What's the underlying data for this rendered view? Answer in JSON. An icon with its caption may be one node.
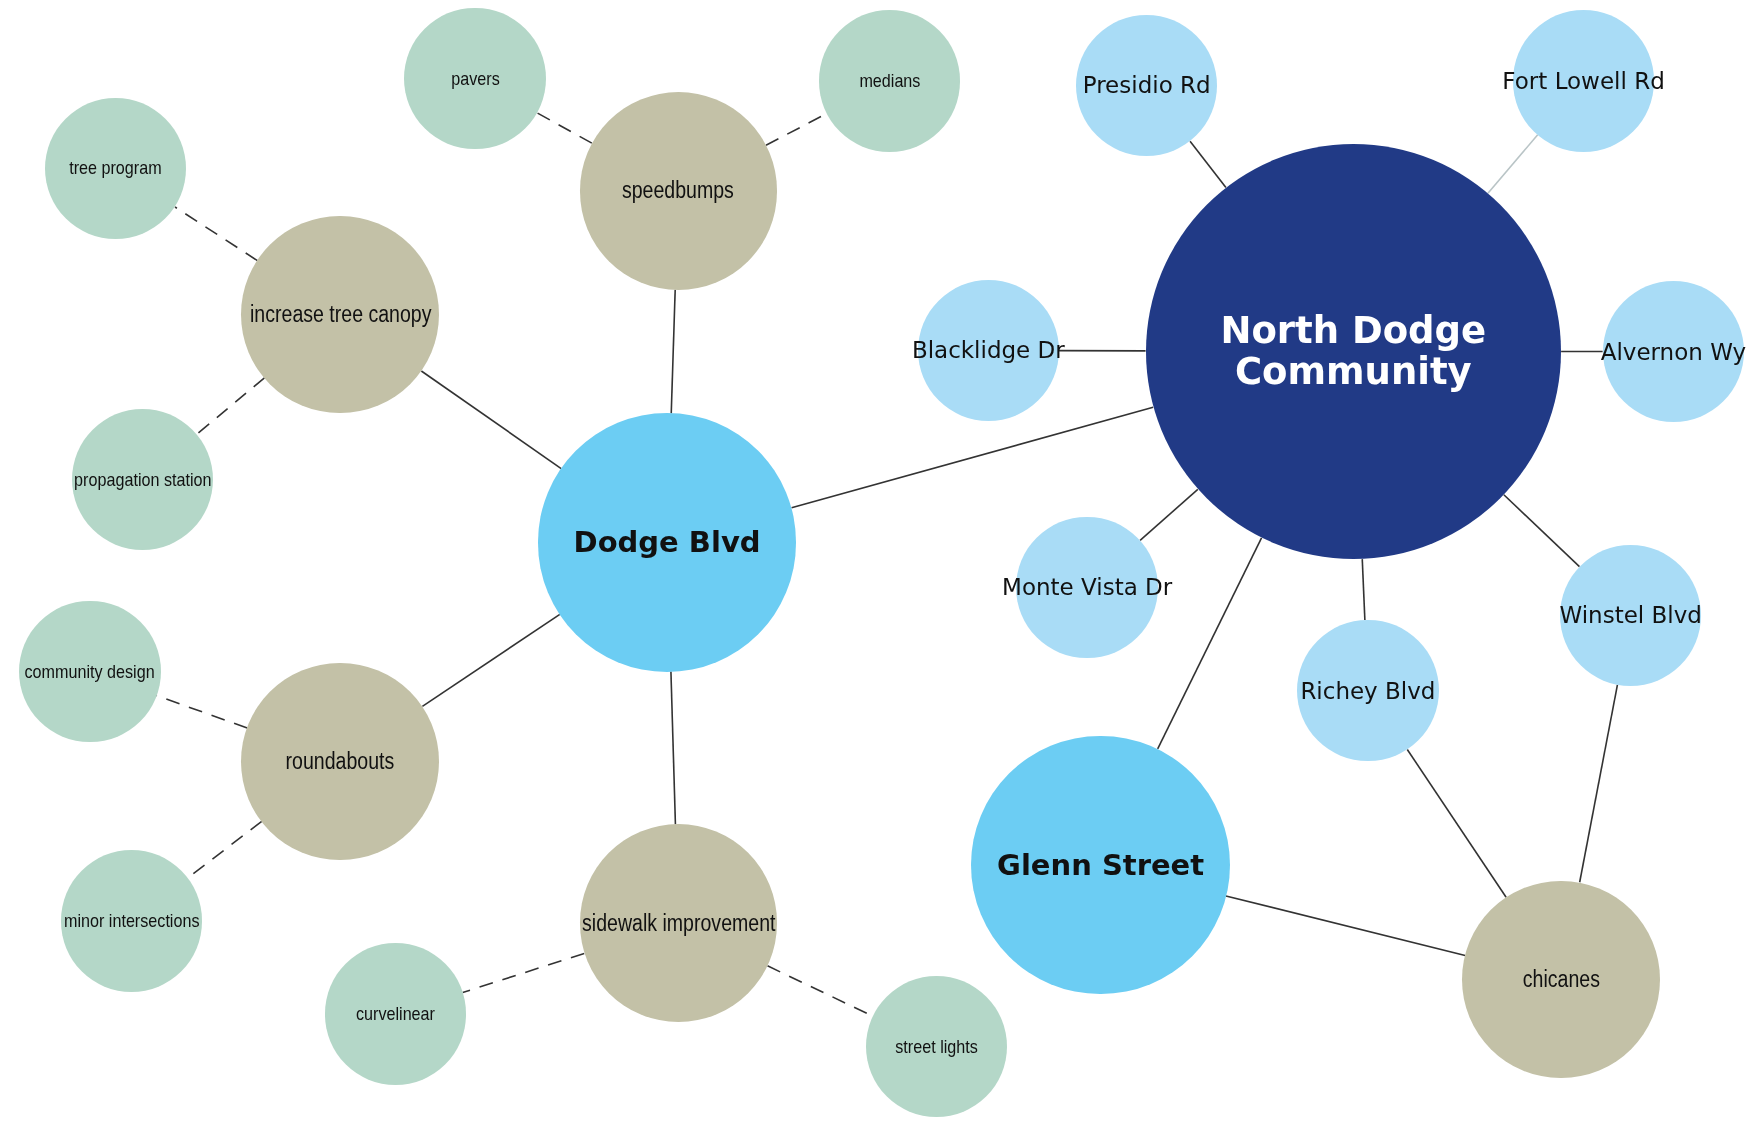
{
  "diagram": {
    "nodes": [
      {
        "text": [
          "North Dodge Community"
        ]
      },
      {
        "text": [
          "Presidio Rd"
        ]
      },
      {
        "text": [
          "Fort Lowell Rd"
        ]
      },
      {
        "text": [
          "Blacklidge Dr"
        ]
      },
      {
        "text": [
          "Alvernon Wy"
        ]
      },
      {
        "text": [
          "Monte Vista Dr"
        ]
      },
      {
        "text": [
          "Winstel Blvd"
        ]
      },
      {
        "text": [
          "Richey Blvd"
        ]
      },
      {
        "text": [
          "Dodge Blvd"
        ]
      },
      {
        "text": [
          "Glenn Street"
        ]
      },
      {
        "text": [
          "chicanes"
        ]
      },
      {
        "text": [
          "speedbumps"
        ]
      },
      {
        "text": [
          "increase tree canopy"
        ]
      },
      {
        "text": [
          "roundabouts"
        ]
      },
      {
        "text": [
          "sidewalk improvement"
        ]
      },
      {
        "text": [
          "pavers"
        ]
      },
      {
        "text": [
          "medians"
        ]
      },
      {
        "text": [
          "tree program"
        ]
      },
      {
        "text": [
          "propagation station"
        ]
      },
      {
        "text": [
          "community design"
        ]
      },
      {
        "text": [
          "minor intersections"
        ]
      },
      {
        "text": [
          "curvelinear"
        ]
      },
      {
        "text": [
          "street lights"
        ]
      }
    ],
    "edges": [
      {
        "from": 1,
        "to": 0,
        "arrow": "none"
      },
      {
        "from": 2,
        "to": 0,
        "arrow": "none",
        "color": "#b9c4c6"
      },
      {
        "from": 3,
        "to": 0,
        "arrow": "none"
      },
      {
        "from": 4,
        "to": 0,
        "arrow": "none"
      },
      {
        "from": 5,
        "to": 0,
        "arrow": "none"
      },
      {
        "from": 6,
        "to": 0,
        "arrow": "none"
      },
      {
        "from": 7,
        "to": 0,
        "arrow": "none"
      },
      {
        "from": 0,
        "to": 8,
        "arrow": "none"
      },
      {
        "from": 0,
        "to": 9,
        "arrow": "none"
      },
      {
        "from": 9,
        "to": 10,
        "arrow": "none"
      },
      {
        "from": 7,
        "to": 10,
        "arrow": "none"
      },
      {
        "from": 6,
        "to": 10,
        "arrow": "none"
      },
      {
        "from": 8,
        "to": 11,
        "arrow": "none"
      },
      {
        "from": 8,
        "to": 12,
        "arrow": "none"
      },
      {
        "from": 8,
        "to": 13,
        "arrow": "none"
      },
      {
        "from": 8,
        "to": 14,
        "arrow": "none"
      },
      {
        "from": 11,
        "to": 15,
        "arrow": "none",
        "style": "dashed"
      },
      {
        "from": 11,
        "to": 16,
        "arrow": "none",
        "style": "dashed"
      },
      {
        "from": 12,
        "to": 17,
        "arrow": "none",
        "style": "dashed"
      },
      {
        "from": 12,
        "to": 18,
        "arrow": "none",
        "style": "dashed"
      },
      {
        "from": 13,
        "to": 19,
        "arrow": "none",
        "style": "dashed"
      },
      {
        "from": 13,
        "to": 20,
        "arrow": "none",
        "style": "dashed"
      },
      {
        "from": 14,
        "to": 21,
        "arrow": "none",
        "style": "dashed"
      },
      {
        "from": 14,
        "to": 22,
        "arrow": "none",
        "style": "dashed"
      }
    ]
  }
}
